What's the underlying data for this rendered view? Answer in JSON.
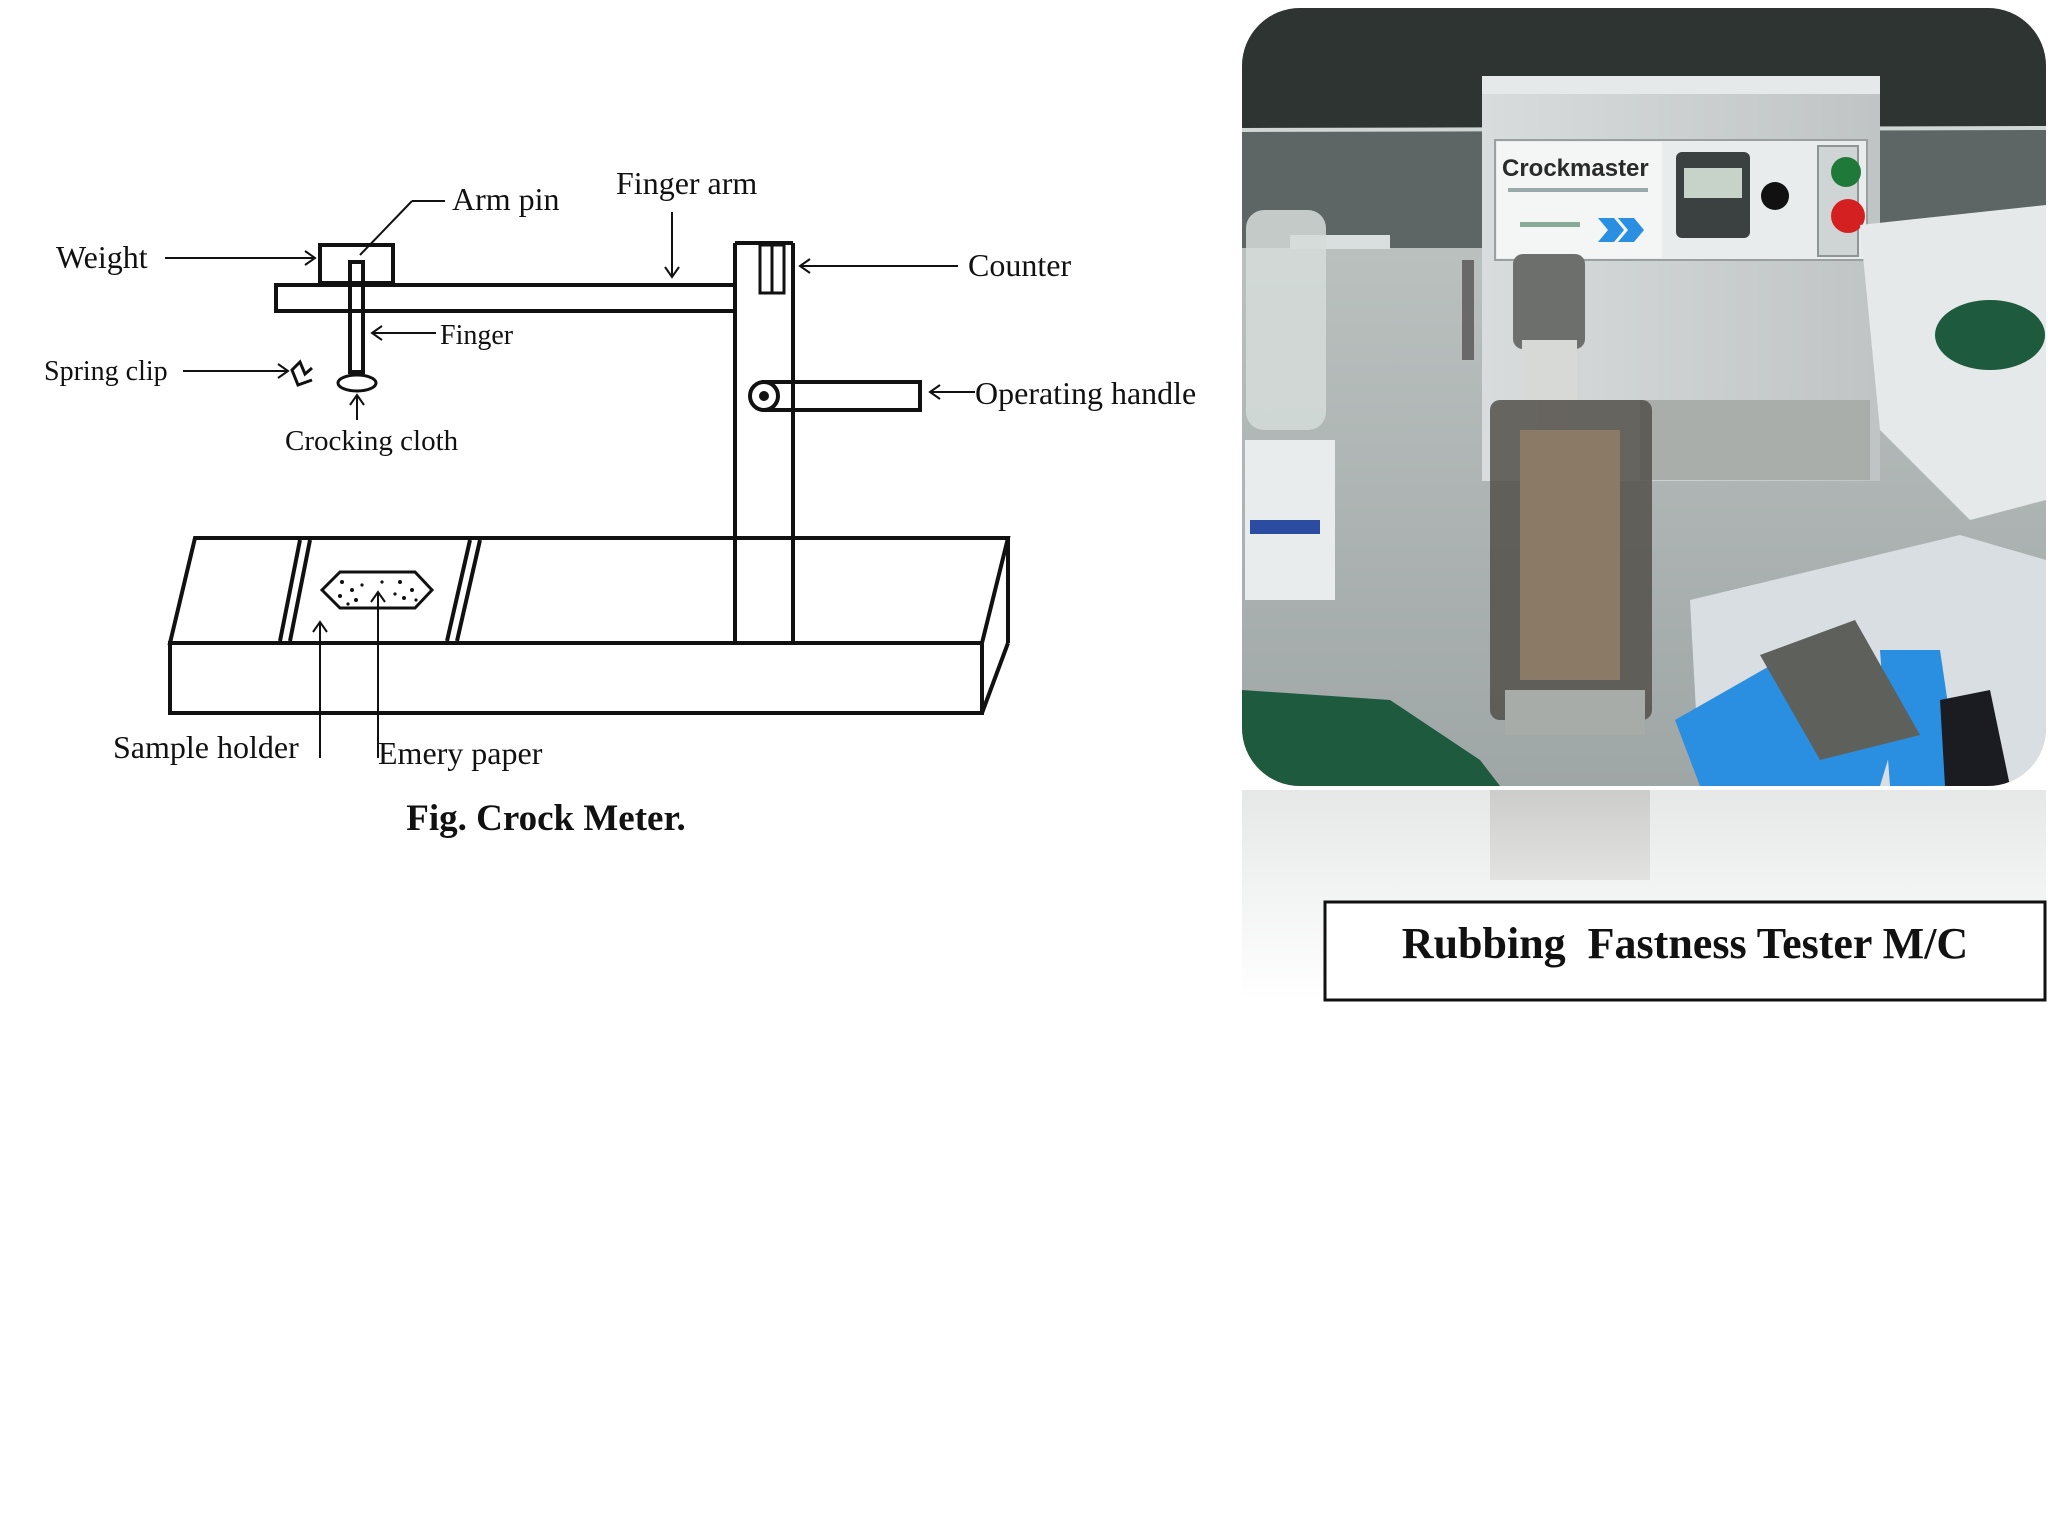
{
  "diagram": {
    "caption": "Fig. Crock Meter.",
    "labels": {
      "arm_pin": "Arm pin",
      "finger_arm": "Finger arm",
      "weight": "Weight",
      "counter": "Counter",
      "finger": "Finger",
      "spring_clip": "Spring clip",
      "operating_handle": "Operating handle",
      "crocking_cloth": "Crocking cloth",
      "sample_holder": "Sample holder",
      "emery_paper": "Emery paper"
    }
  },
  "photo": {
    "brand_text": "Crockmaster",
    "title": "Rubbing  Fastness Tester M/C"
  },
  "colors": {
    "line": "#111111",
    "photo_green": "#1f7a3a",
    "photo_red": "#d42020",
    "photo_blue": "#2a8fe0"
  }
}
